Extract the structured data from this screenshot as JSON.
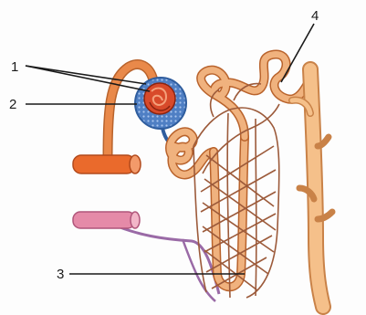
{
  "labels": {
    "label_1": "1",
    "label_2": "2",
    "label_3": "3",
    "label_4": "4"
  },
  "colors": {
    "tubule": "#e9a36a",
    "tubule_edge": "#b9632c",
    "capillary": "#9c5a3a",
    "capsule": "#5d87c7",
    "glomerulus": "#d84a2a",
    "afferent_vessel": "#ea6a2c",
    "efferent_vessel": "#e58aa8",
    "collecting_duct": "#f1b27a",
    "vasa_recta": "#9a6aa6"
  }
}
